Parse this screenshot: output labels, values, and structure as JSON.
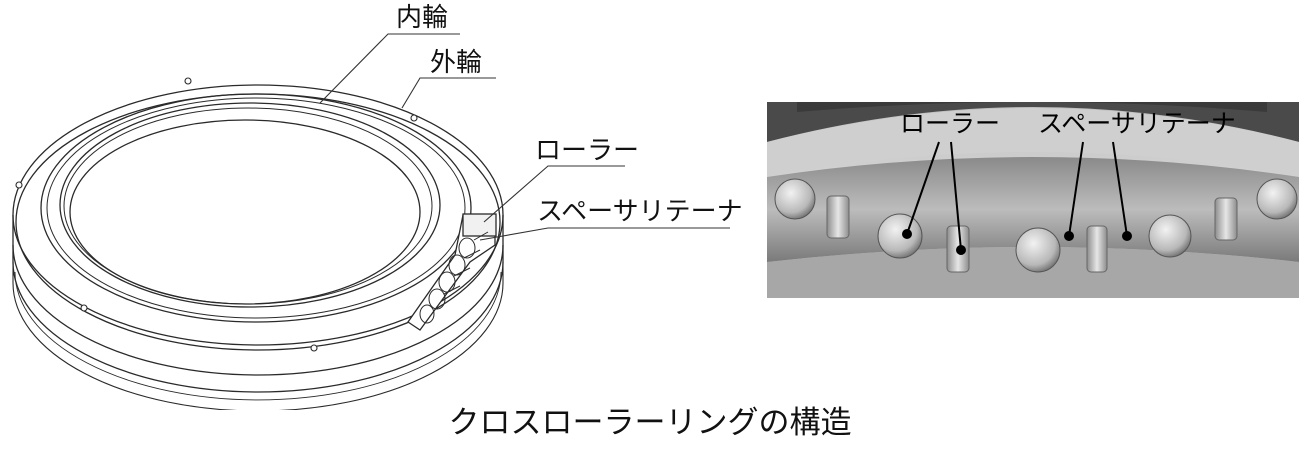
{
  "drawing": {
    "labels": {
      "inner_ring": "内輪",
      "outer_ring": "外輪",
      "roller": "ローラー",
      "spacer_retainer": "スペーサリテーナ"
    }
  },
  "photo": {
    "labels": {
      "roller": "ローラー",
      "spacer_retainer": "スペーサリテーナ"
    }
  },
  "caption": "クロスローラーリングの構造"
}
